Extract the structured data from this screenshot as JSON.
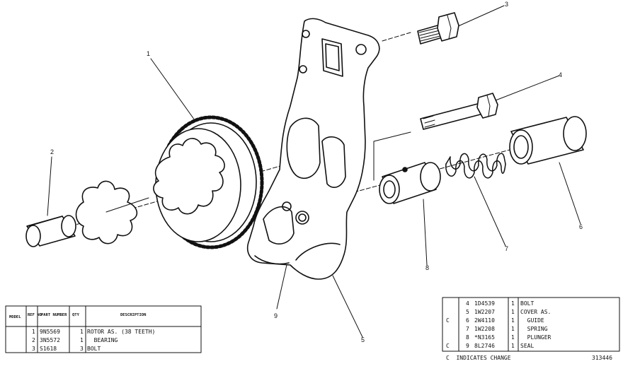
{
  "callouts": [
    "1",
    "2",
    "3",
    "4",
    "5",
    "6",
    "7",
    "8",
    "9"
  ],
  "left_table": {
    "headers": {
      "model": "MODEL",
      "ref_no": "REF NO",
      "part_number": "PART NUMBER",
      "qty": "QTY",
      "description": "DESCRIPTION"
    },
    "rows": [
      {
        "mark": "",
        "ref": "1",
        "part": "9N5569",
        "qty": "1",
        "desc": "ROTOR AS. (38 TEETH)"
      },
      {
        "mark": "",
        "ref": "2",
        "part": "3N5572",
        "qty": "1",
        "desc": "  BEARING"
      },
      {
        "mark": "",
        "ref": "3",
        "part": "S1618",
        "qty": "3",
        "desc": "BOLT"
      }
    ]
  },
  "right_table": {
    "rows": [
      {
        "mark": "",
        "ref": "4",
        "part": "1D4539",
        "qty": "1",
        "desc": "BOLT"
      },
      {
        "mark": "",
        "ref": "5",
        "part": "1W2207",
        "qty": "1",
        "desc": "COVER AS."
      },
      {
        "mark": "C",
        "ref": "6",
        "part": "2W4110",
        "qty": "1",
        "desc": "  GUIDE"
      },
      {
        "mark": "",
        "ref": "7",
        "part": "1W2208",
        "qty": "1",
        "desc": "  SPRING"
      },
      {
        "mark": "",
        "ref": "8",
        "part": "*N3165",
        "qty": "1",
        "desc": "  PLUNGER"
      },
      {
        "mark": "C",
        "ref": "9",
        "part": "8L2746",
        "qty": "1",
        "desc": "SEAL"
      }
    ],
    "footnote": "C  INDICATES CHANGE"
  },
  "figure_number": "313446"
}
